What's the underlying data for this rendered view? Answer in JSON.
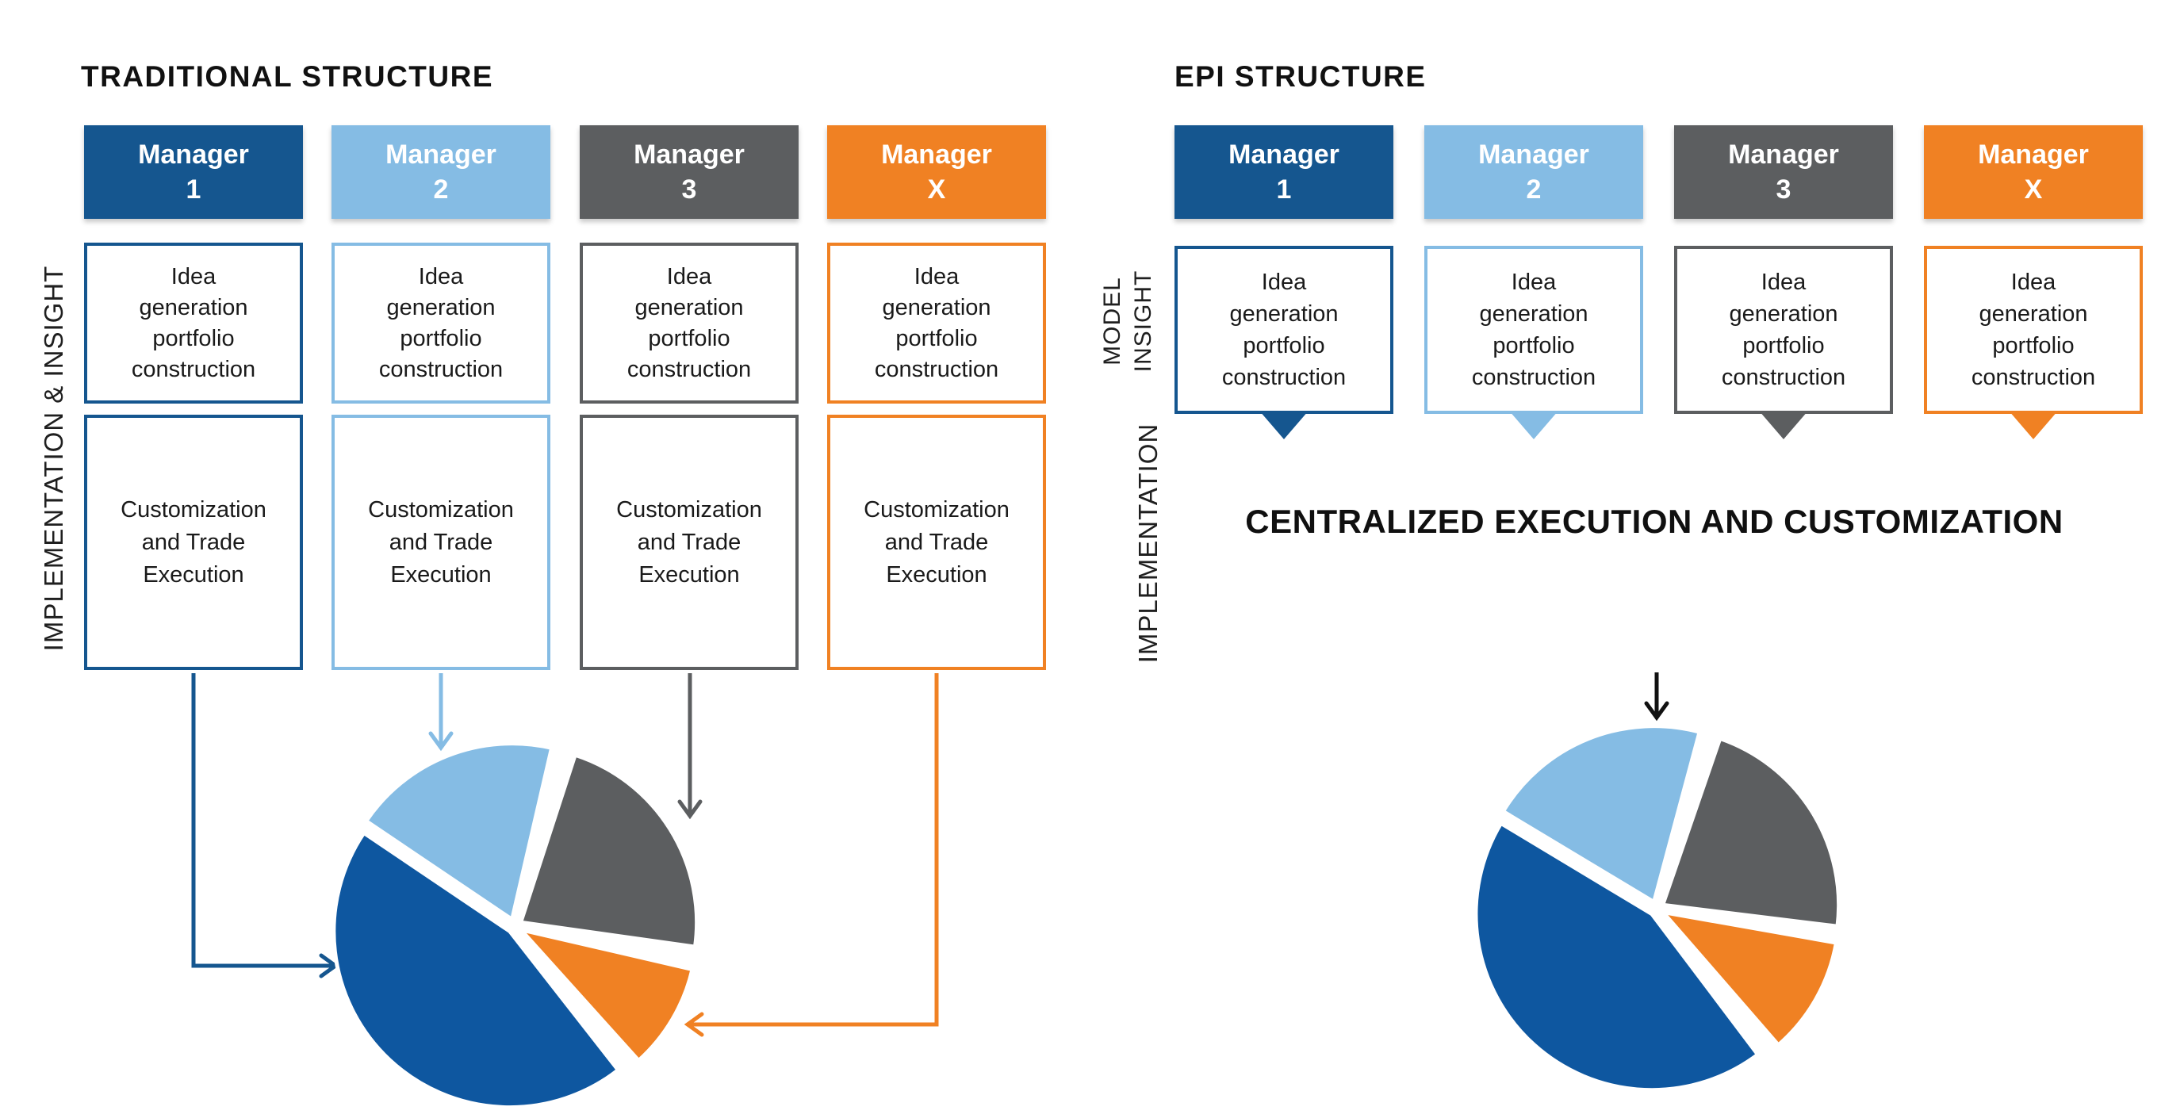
{
  "palette": {
    "manager1_blue": "#15568F",
    "manager2_light_blue": "#85BCE4",
    "manager3_gray": "#5C5E60",
    "managerX_orange": "#F08123",
    "pie_dark_blue": "#0E57A0",
    "arrow_black": "#111111",
    "background_white": "#FFFFFF"
  },
  "left_panel": {
    "title": "TRADITIONAL STRUCTURE",
    "side_label": "IMPLEMENTATION & INSIGHT",
    "columns": [
      {
        "manager_line1": "Manager",
        "manager_line2": "1",
        "color_key": "manager1_blue"
      },
      {
        "manager_line1": "Manager",
        "manager_line2": "2",
        "color_key": "manager2_light_blue"
      },
      {
        "manager_line1": "Manager",
        "manager_line2": "3",
        "color_key": "manager3_gray"
      },
      {
        "manager_line1": "Manager",
        "manager_line2": "X",
        "color_key": "managerX_orange"
      }
    ],
    "idea_box_lines": [
      "Idea",
      "generation",
      "portfolio",
      "construction"
    ],
    "customization_box_lines": [
      "Customization",
      "and Trade",
      "Execution"
    ]
  },
  "right_panel": {
    "title": "EPI STRUCTURE",
    "side_label_top_lines": [
      "MODEL",
      "INSIGHT"
    ],
    "side_label_bottom": "IMPLEMENTATION",
    "centralized_label": "CENTRALIZED EXECUTION AND CUSTOMIZATION",
    "columns": [
      {
        "manager_line1": "Manager",
        "manager_line2": "1",
        "color_key": "manager1_blue"
      },
      {
        "manager_line1": "Manager",
        "manager_line2": "2",
        "color_key": "manager2_light_blue"
      },
      {
        "manager_line1": "Manager",
        "manager_line2": "3",
        "color_key": "manager3_gray"
      },
      {
        "manager_line1": "Manager",
        "manager_line2": "X",
        "color_key": "managerX_orange"
      }
    ],
    "idea_box_lines": [
      "Idea",
      "generation",
      "portfolio",
      "construction"
    ]
  },
  "chart_data": [
    {
      "type": "pie",
      "id": "traditional-combined-portfolio-pie",
      "title": "",
      "labels_visible": false,
      "style": {
        "exploded": true,
        "slice_gap_deg": 5,
        "legend": "none"
      },
      "slices": [
        {
          "label": "Manager 2 (light blue)",
          "color_key": "manager2_light_blue",
          "approx_percent": 20,
          "start_deg": -56,
          "end_deg": 13
        },
        {
          "label": "Manager 3 (gray)",
          "color_key": "manager3_gray",
          "approx_percent": 23,
          "start_deg": 18,
          "end_deg": 98
        },
        {
          "label": "Manager X (orange)",
          "color_key": "managerX_orange",
          "approx_percent": 10,
          "start_deg": 103,
          "end_deg": 138
        },
        {
          "label": "Manager 1 (dark blue)",
          "color_key": "pie_dark_blue",
          "approx_percent": 47,
          "start_deg": 142,
          "end_deg": 304
        }
      ]
    },
    {
      "type": "pie",
      "id": "epi-centralized-portfolio-pie",
      "title": "",
      "labels_visible": false,
      "style": {
        "exploded": true,
        "slice_gap_deg": 5,
        "legend": "none"
      },
      "slices": [
        {
          "label": "Manager 2 (light blue)",
          "color_key": "manager2_light_blue",
          "approx_percent": 20,
          "start_deg": -59,
          "end_deg": 15
        },
        {
          "label": "Manager 3 (gray)",
          "color_key": "manager3_gray",
          "approx_percent": 22,
          "start_deg": 19,
          "end_deg": 97
        },
        {
          "label": "Manager X (orange)",
          "color_key": "managerX_orange",
          "approx_percent": 11,
          "start_deg": 100,
          "end_deg": 139
        },
        {
          "label": "Manager 1 (dark blue)",
          "color_key": "pie_dark_blue",
          "approx_percent": 47,
          "start_deg": 143,
          "end_deg": 301
        }
      ]
    }
  ]
}
